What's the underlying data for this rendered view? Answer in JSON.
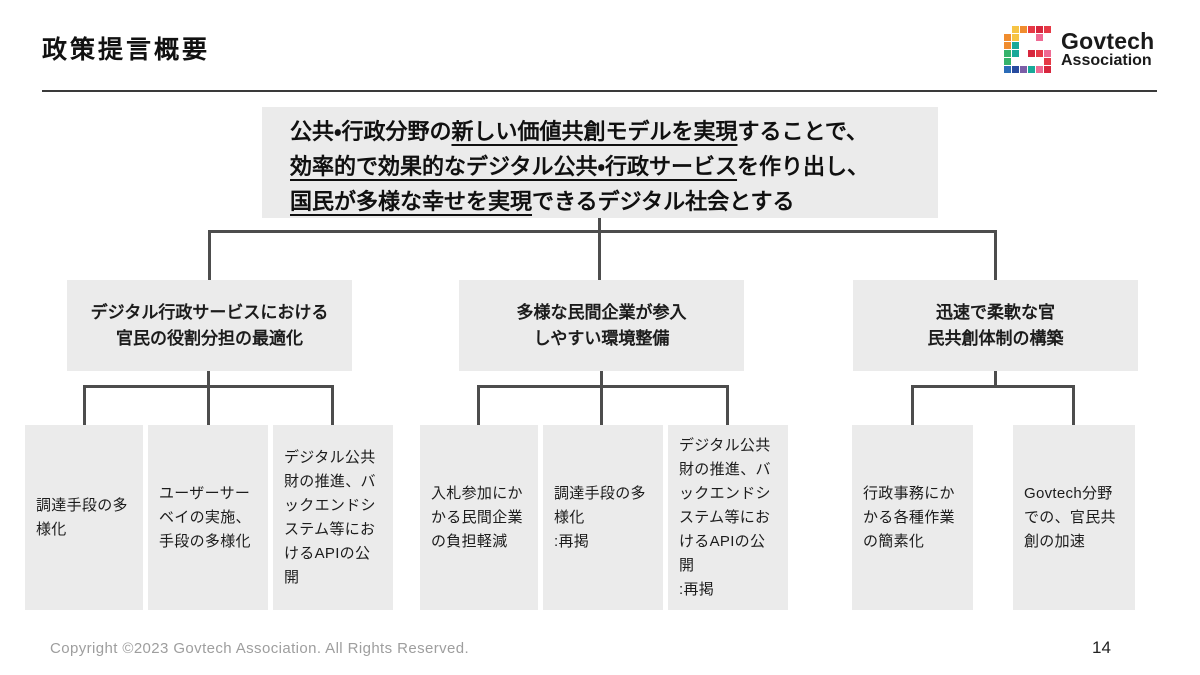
{
  "slide": {
    "title": "政策提言概要",
    "page_number": "14",
    "copyright": "Copyright ©2023 Govtech Association. All Rights Reserved."
  },
  "logo": {
    "name": "Govtech",
    "subname": "Association",
    "tiles": [
      [
        0,
        1,
        "#F6C445"
      ],
      [
        0,
        2,
        "#F08C2E"
      ],
      [
        0,
        3,
        "#E63946"
      ],
      [
        0,
        4,
        "#D7263D"
      ],
      [
        0,
        5,
        "#E63946"
      ],
      [
        1,
        0,
        "#F08C2E"
      ],
      [
        1,
        1,
        "#F6C445"
      ],
      [
        1,
        4,
        "#EF6A93"
      ],
      [
        2,
        0,
        "#F08C2E"
      ],
      [
        2,
        1,
        "#18A999"
      ],
      [
        3,
        0,
        "#35B36B"
      ],
      [
        3,
        1,
        "#18A999"
      ],
      [
        3,
        3,
        "#D7263D"
      ],
      [
        3,
        4,
        "#E63946"
      ],
      [
        3,
        5,
        "#EF6A93"
      ],
      [
        4,
        0,
        "#35B36B"
      ],
      [
        4,
        5,
        "#E63946"
      ],
      [
        5,
        0,
        "#2B6CB8"
      ],
      [
        5,
        1,
        "#274B9F"
      ],
      [
        5,
        2,
        "#7B5EA7"
      ],
      [
        5,
        3,
        "#18A999"
      ],
      [
        5,
        4,
        "#EF6A93"
      ],
      [
        5,
        5,
        "#D7263D"
      ]
    ]
  },
  "colors": {
    "box_fill": "#EBEBEB",
    "connector": "#4D4D4D",
    "text": "#1C1C1C",
    "footer_text": "#9E9E9E"
  },
  "headline": {
    "line1": {
      "pre": "公共・行政分野の",
      "underlined": "新しい価値共創モデルを実現",
      "post": "することで、"
    },
    "line2": {
      "pre": "",
      "underlined": "効率的で効果的なデジタル公共・行政サービス",
      "post": "を作り出し、"
    },
    "line3": {
      "pre": "",
      "underlined": "国民が多様な幸せを実現",
      "post": "できるデジタル社会とする"
    }
  },
  "branches": [
    {
      "label": "デジタル行政サービスにおける\n官民の役割分担の最適化",
      "children": [
        "調達手段の多様化",
        "ユーザーサーベイの実施、手段の多様化",
        "デジタル公共財の推進、バックエンドシステム等におけるAPIの公開"
      ]
    },
    {
      "label": "多様な民間企業が参入\nしやすい環境整備",
      "children": [
        "入札参加にかかる民間企業の負担軽減",
        "調達手段の多様化\n:再掲",
        "デジタル公共財の推進、バックエンドシステム等におけるAPIの公開\n:再掲"
      ]
    },
    {
      "label": "迅速で柔軟な官\n民共創体制の構築",
      "children": [
        "行政事務にかかる各種作業の簡素化",
        "Govtech分野での、官民共創の加速"
      ]
    }
  ]
}
